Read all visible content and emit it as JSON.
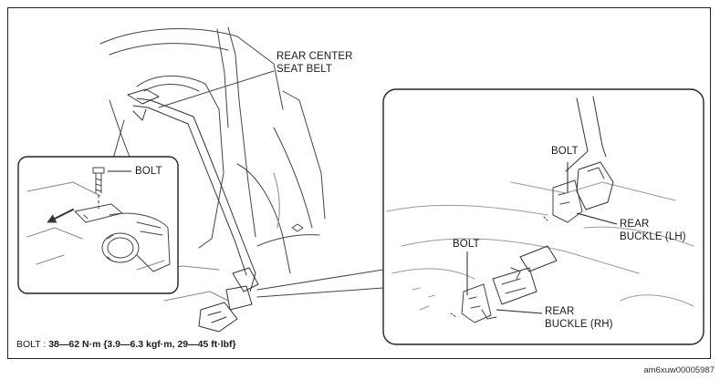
{
  "labels": {
    "rear_center_seat_belt_line1": "REAR CENTER",
    "rear_center_seat_belt_line2": "SEAT BELT",
    "bolt_detail": "BOLT",
    "bolt_lh": "BOLT",
    "rear_buckle_lh_line1": "REAR",
    "rear_buckle_lh_line2": "BUCKLE (LH)",
    "bolt_rh": "BOLT",
    "rear_buckle_rh_line1": "REAR",
    "rear_buckle_rh_line2": "BUCKLE (RH)"
  },
  "torque_spec": {
    "prefix": "BOLT : ",
    "value": "38—62 N·m {3.9—6.3 kgf·m, 29—45 ft·lbf}"
  },
  "figure_code": "am6xuw00005987"
}
